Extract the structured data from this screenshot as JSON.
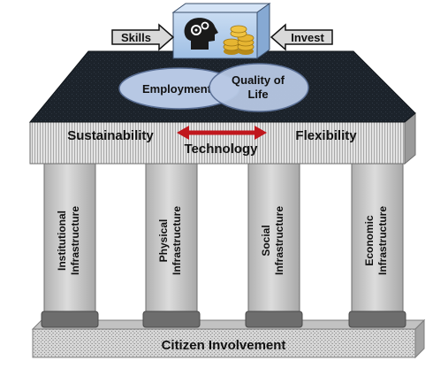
{
  "top": {
    "left_arrow_label": "Skills",
    "right_arrow_label": "Invest",
    "cube_icons": [
      "head-gears-icon",
      "coins-icon"
    ]
  },
  "roof": {
    "ellipse_left": "Employment",
    "ellipse_right_line1": "Quality of",
    "ellipse_right_line2": "Life"
  },
  "entablature": {
    "left": "Sustainability",
    "center": "Technology",
    "right": "Flexibility"
  },
  "pillars": [
    {
      "line1": "Institutional",
      "line2": "Infrastructure"
    },
    {
      "line1": "Physical",
      "line2": "Infrastructure"
    },
    {
      "line1": "Social",
      "line2": "Infrastructure"
    },
    {
      "line1": "Economic",
      "line2": "Infrastructure"
    }
  ],
  "base": {
    "label": "Citizen Involvement"
  },
  "colors": {
    "roof": "#1c232b",
    "ellipse": "#b7c8e4",
    "arrow": "#c0171d",
    "pillar": "#c7c7c7",
    "pillar_base": "#6d6d6d",
    "cube": "#a9c6e7",
    "coins": "#d8a627"
  }
}
